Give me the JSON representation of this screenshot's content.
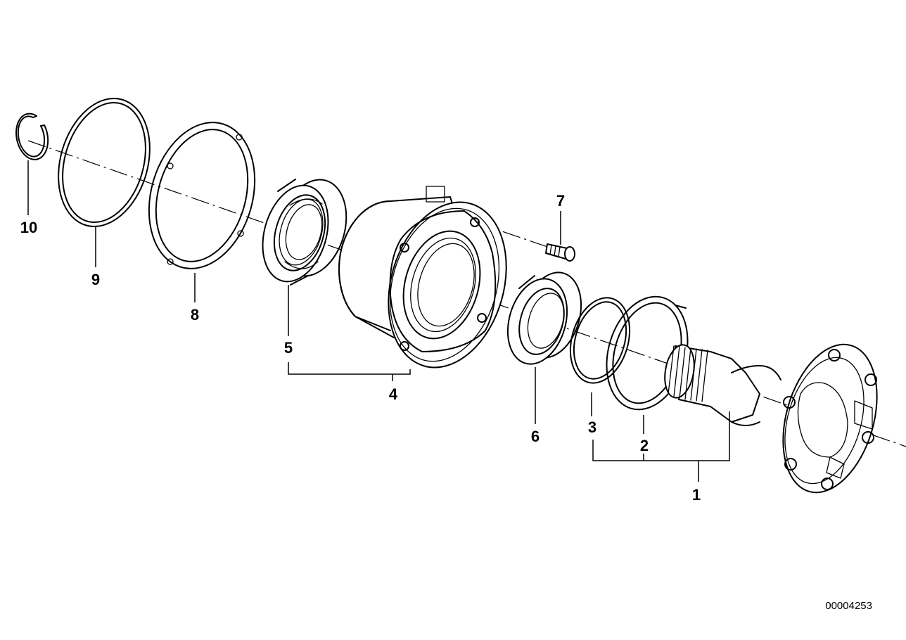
{
  "diagram_code": "00004253",
  "callouts": {
    "p1": "1",
    "p2": "2",
    "p3": "3",
    "p4": "4",
    "p5": "5",
    "p6": "6",
    "p7": "7",
    "p8": "8",
    "p9": "9",
    "p10": "10"
  }
}
